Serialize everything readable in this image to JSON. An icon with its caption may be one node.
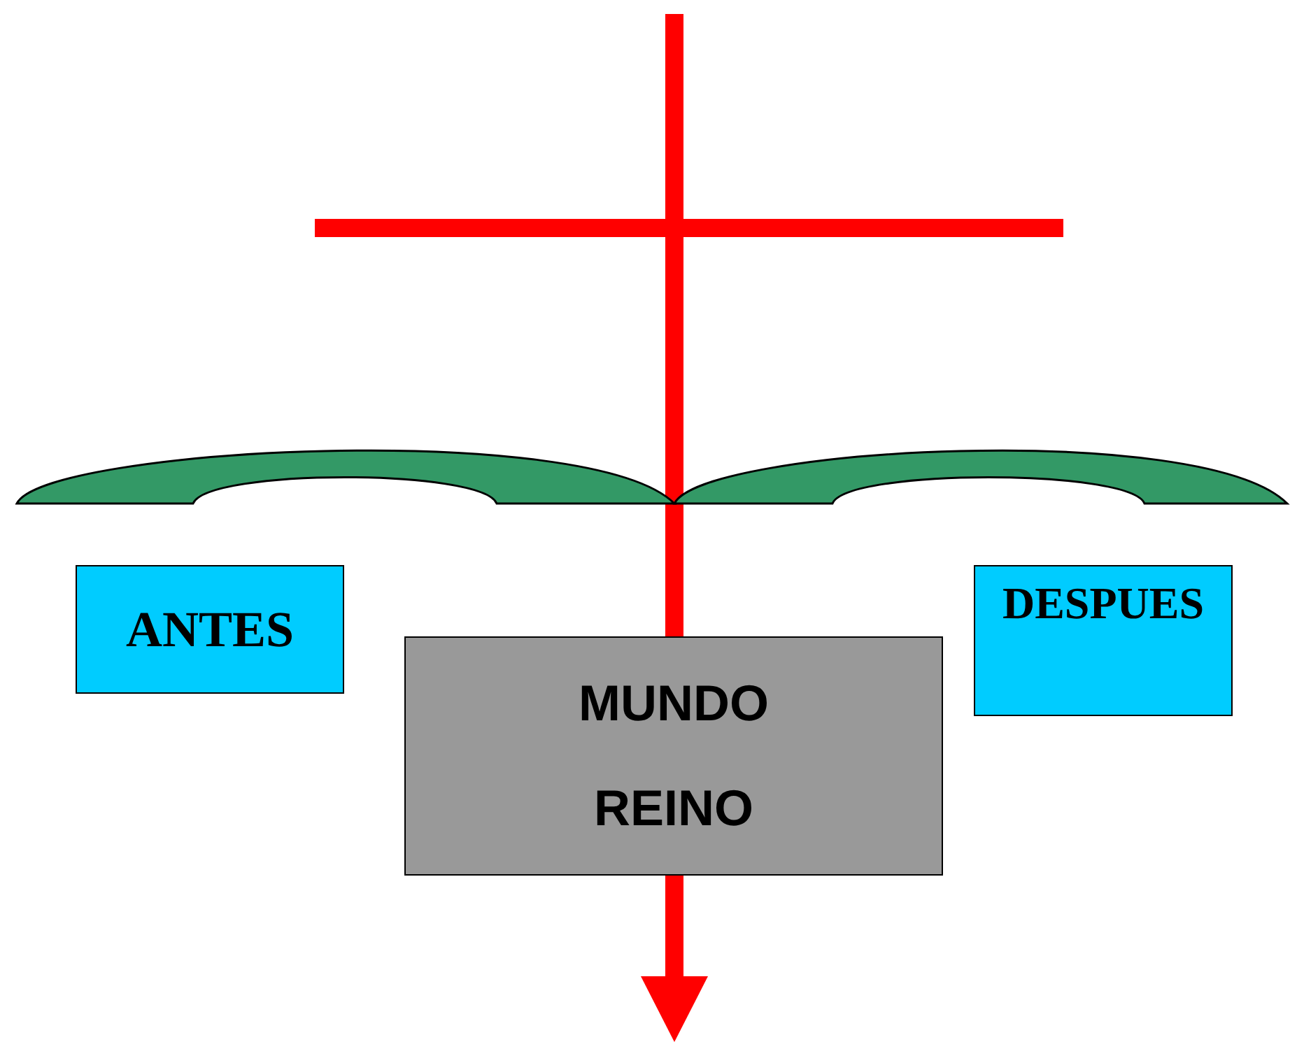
{
  "diagram": {
    "nodes": [
      {
        "text": [
          "ANTES"
        ]
      },
      {
        "text": [
          "DESPUES"
        ]
      },
      {
        "text": [
          "MUNDO",
          "REINO"
        ]
      }
    ]
  }
}
